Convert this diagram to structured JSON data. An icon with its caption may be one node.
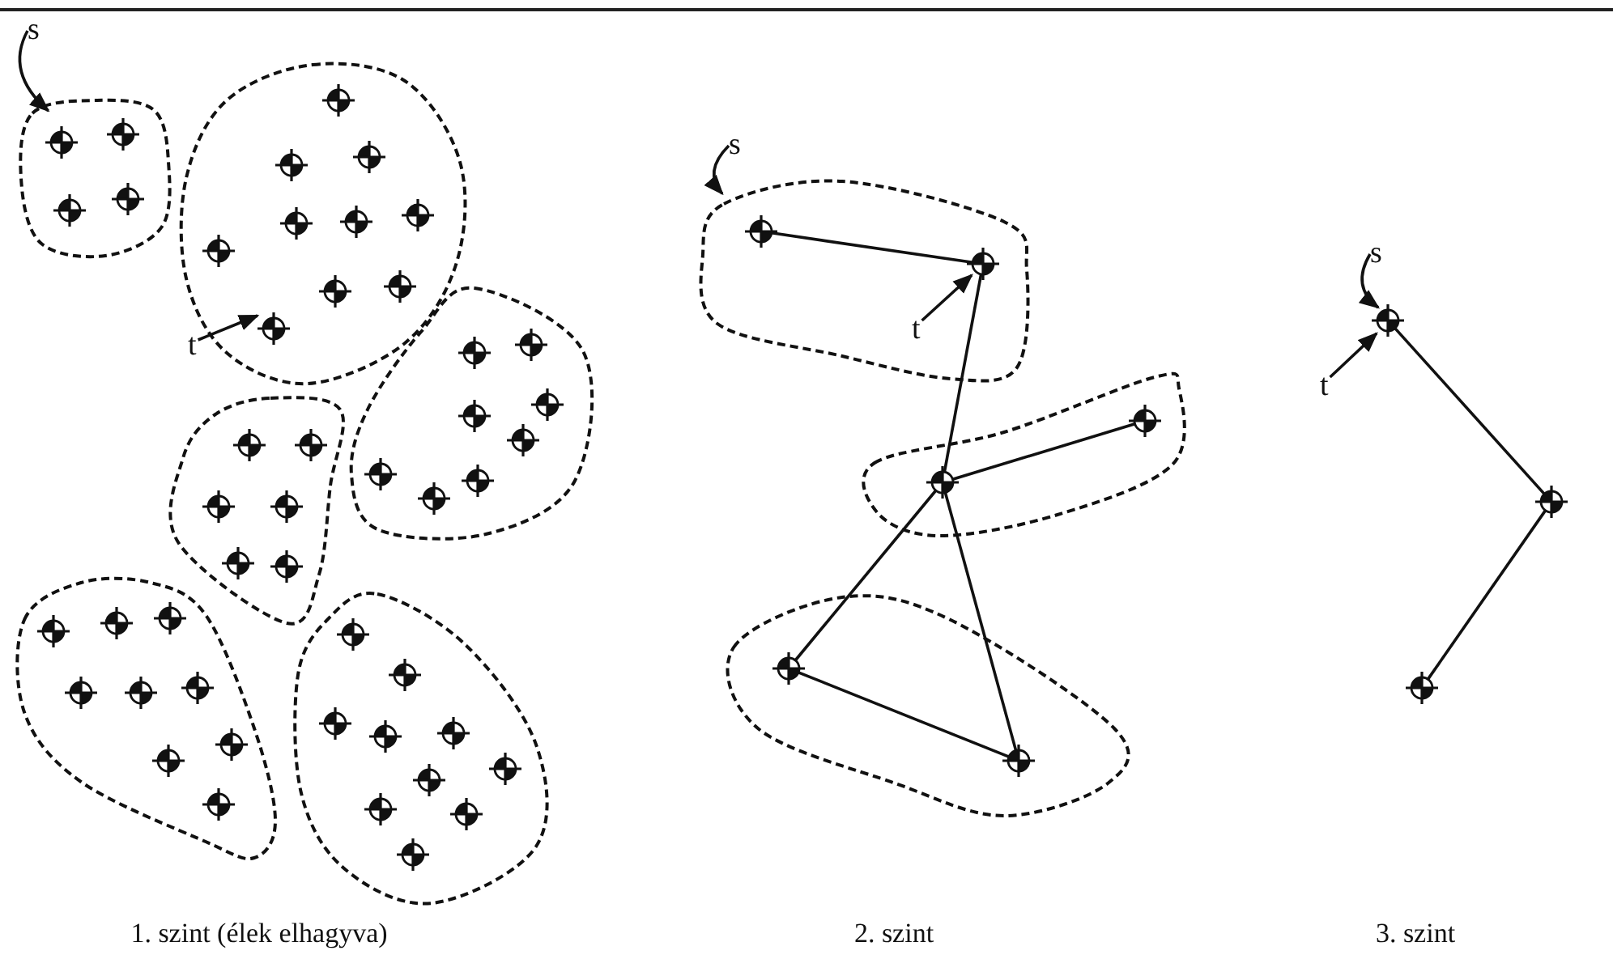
{
  "diagram": {
    "nodes": [
      {
        "text": [],
        "shape": "cloud"
      },
      {
        "text": [],
        "shape": "circle",
        "in": 0
      },
      {
        "text": [],
        "shape": "circle",
        "in": 0
      },
      {
        "text": [],
        "shape": "circle",
        "in": 0
      },
      {
        "text": [],
        "shape": "circle",
        "in": 0
      },
      {
        "text": [],
        "shape": "cloud"
      },
      {
        "text": [],
        "shape": "circle",
        "in": 5
      },
      {
        "text": [],
        "shape": "circle",
        "in": 5
      },
      {
        "text": [],
        "shape": "circle",
        "in": 5
      },
      {
        "text": [],
        "shape": "circle",
        "in": 5
      },
      {
        "text": [],
        "shape": "circle",
        "in": 5
      },
      {
        "text": [],
        "shape": "circle",
        "in": 5
      },
      {
        "text": [],
        "shape": "circle",
        "in": 5
      },
      {
        "text": [],
        "shape": "circle",
        "in": 5
      },
      {
        "text": [],
        "shape": "circle",
        "in": 5
      },
      {
        "text": [],
        "shape": "circle",
        "in": 5
      },
      {
        "text": [],
        "shape": "cloud"
      },
      {
        "text": [],
        "shape": "circle",
        "in": 16
      },
      {
        "text": [],
        "shape": "circle",
        "in": 16
      },
      {
        "text": [],
        "shape": "circle",
        "in": 16
      },
      {
        "text": [],
        "shape": "circle",
        "in": 16
      },
      {
        "text": [],
        "shape": "circle",
        "in": 16
      },
      {
        "text": [],
        "shape": "circle",
        "in": 16
      },
      {
        "text": [],
        "shape": "circle",
        "in": 16
      },
      {
        "text": [],
        "shape": "circle",
        "in": 16
      },
      {
        "text": [],
        "shape": "cloud"
      },
      {
        "text": [],
        "shape": "circle",
        "in": 25
      },
      {
        "text": [],
        "shape": "circle",
        "in": 25
      },
      {
        "text": [],
        "shape": "circle",
        "in": 25
      },
      {
        "text": [],
        "shape": "circle",
        "in": 25
      },
      {
        "text": [],
        "shape": "circle",
        "in": 25
      },
      {
        "text": [],
        "shape": "circle",
        "in": 25
      },
      {
        "text": [],
        "shape": "cloud"
      },
      {
        "text": [],
        "shape": "circle",
        "in": 32
      },
      {
        "text": [],
        "shape": "circle",
        "in": 32
      },
      {
        "text": [],
        "shape": "circle",
        "in": 32
      },
      {
        "text": [],
        "shape": "circle",
        "in": 32
      },
      {
        "text": [],
        "shape": "circle",
        "in": 32
      },
      {
        "text": [],
        "shape": "circle",
        "in": 32
      },
      {
        "text": [],
        "shape": "circle",
        "in": 32
      },
      {
        "text": [],
        "shape": "circle",
        "in": 32
      },
      {
        "text": [],
        "shape": "circle",
        "in": 32
      },
      {
        "text": [],
        "shape": "cloud"
      },
      {
        "text": [],
        "shape": "circle",
        "in": 42
      },
      {
        "text": [],
        "shape": "circle",
        "in": 42
      },
      {
        "text": [],
        "shape": "circle",
        "in": 42
      },
      {
        "text": [],
        "shape": "circle",
        "in": 42
      },
      {
        "text": [],
        "shape": "circle",
        "in": 42
      },
      {
        "text": [],
        "shape": "circle",
        "in": 42
      },
      {
        "text": [],
        "shape": "circle",
        "in": 42
      },
      {
        "text": [],
        "shape": "circle",
        "in": 42
      },
      {
        "text": [],
        "shape": "circle",
        "in": 42
      },
      {
        "text": [],
        "shape": "circle",
        "in": 42
      },
      {
        "text": [
          "s"
        ]
      },
      {
        "text": [
          "t"
        ]
      },
      {
        "text": [],
        "shape": "cloud"
      },
      {
        "text": [],
        "shape": "circle",
        "in": 55
      },
      {
        "text": [],
        "shape": "circle",
        "in": 55
      },
      {
        "text": [],
        "shape": "cloud"
      },
      {
        "text": [],
        "shape": "circle",
        "in": 58
      },
      {
        "text": [],
        "shape": "circle",
        "in": 58
      },
      {
        "text": [],
        "shape": "cloud"
      },
      {
        "text": [],
        "shape": "circle",
        "in": 61
      },
      {
        "text": [],
        "shape": "circle",
        "in": 61
      },
      {
        "text": [
          "s"
        ]
      },
      {
        "text": [
          "t"
        ],
        "in": 55
      },
      {
        "text": [],
        "shape": "circle"
      },
      {
        "text": [],
        "shape": "circle"
      },
      {
        "text": [],
        "shape": "circle"
      },
      {
        "text": [
          "s"
        ]
      },
      {
        "text": [
          "t"
        ]
      }
    ],
    "edges": [
      {
        "from": 53,
        "to": 0,
        "arrow": "to"
      },
      {
        "from": 54,
        "to": 15,
        "arrow": "to"
      },
      {
        "from": 56,
        "to": 57,
        "arrow": "none"
      },
      {
        "from": 57,
        "to": 59,
        "arrow": "none"
      },
      {
        "from": 59,
        "to": 60,
        "arrow": "none"
      },
      {
        "from": 59,
        "to": 62,
        "arrow": "none"
      },
      {
        "from": 59,
        "to": 63,
        "arrow": "none"
      },
      {
        "from": 62,
        "to": 63,
        "arrow": "none"
      },
      {
        "from": 64,
        "to": 55,
        "arrow": "to"
      },
      {
        "from": 65,
        "to": 57,
        "arrow": "to"
      },
      {
        "from": 66,
        "to": 67,
        "arrow": "none"
      },
      {
        "from": 67,
        "to": 68,
        "arrow": "none"
      },
      {
        "from": 69,
        "to": 66,
        "arrow": "to"
      },
      {
        "from": 70,
        "to": 66,
        "arrow": "to"
      }
    ],
    "labels": [
      "1. szint (élek elhagyva)",
      "2. szint",
      "3. szint"
    ]
  }
}
